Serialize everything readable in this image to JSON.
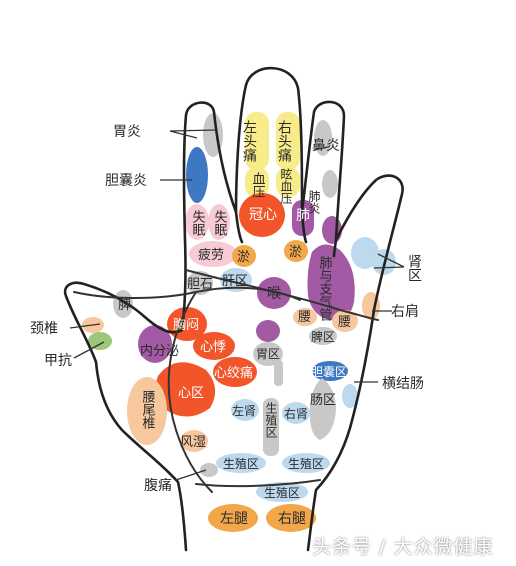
{
  "labels": {
    "wei_yan": "胃炎",
    "dan_nang_yan": "胆囊炎",
    "zuo_tou_tong": "左头痛",
    "you_tou_tong": "右头痛",
    "zuo_xue_ya": "血压",
    "you_xue_ya": "眩血压",
    "bi_yan": "鼻炎",
    "fei_yan": "肺炎",
    "shi_mian_1": "失眠",
    "shi_mian_2": "失眠",
    "guan_xin": "冠心",
    "fei": "肺",
    "pi_lao": "疲劳",
    "yu_1": "淤",
    "yu_2": "淤",
    "shen_qu": "肾区",
    "dan_shi": "胆石",
    "gan_qu": "肝区",
    "hou": "喉",
    "fei_qi_guan": "肺与支气管",
    "you_jian": "右肩",
    "jing_zhui": "颈椎",
    "jia_kang": "甲抗",
    "pi": "脾",
    "xiong_men": "胸闷",
    "nei_fen_mi": "内分泌",
    "xin_ji": "心悸",
    "wei_qu": "胃区",
    "yao_1": "腰",
    "yao_2": "腰",
    "pi_qu": "脾区",
    "xin_jiao_tong": "心绞痛",
    "dan_nang_qu": "胆囊区",
    "heng_jie_chang": "横结肠",
    "xin_qu": "心区",
    "yao_wei_zhui": "腰尾椎",
    "zuo_shen": "左肾",
    "sheng_zhi_qu_v": "生殖区",
    "you_shen": "右肾",
    "chang_qu": "肠区",
    "feng_shi": "风湿",
    "sheng_zhi_qu_1": "生殖区",
    "sheng_zhi_qu_2": "生殖区",
    "fu_tong": "腹痛",
    "sheng_zhi_qu_3": "生殖区",
    "zuo_tui": "左腿",
    "you_tui": "右腿"
  },
  "watermark": "头条号 / 大众微健康",
  "colors": {
    "blue": "#3f78c2",
    "light_blue": "#bcd9ee",
    "yellow": "#f8ec8a",
    "pink": "#f6cbd6",
    "red_orange": "#f2552a",
    "orange": "#f2a74a",
    "purple": "#a15aa3",
    "light_purple": "#c59ac6",
    "grey": "#c8c8c8",
    "green": "#9dc77a",
    "peach": "#f7c79e"
  }
}
